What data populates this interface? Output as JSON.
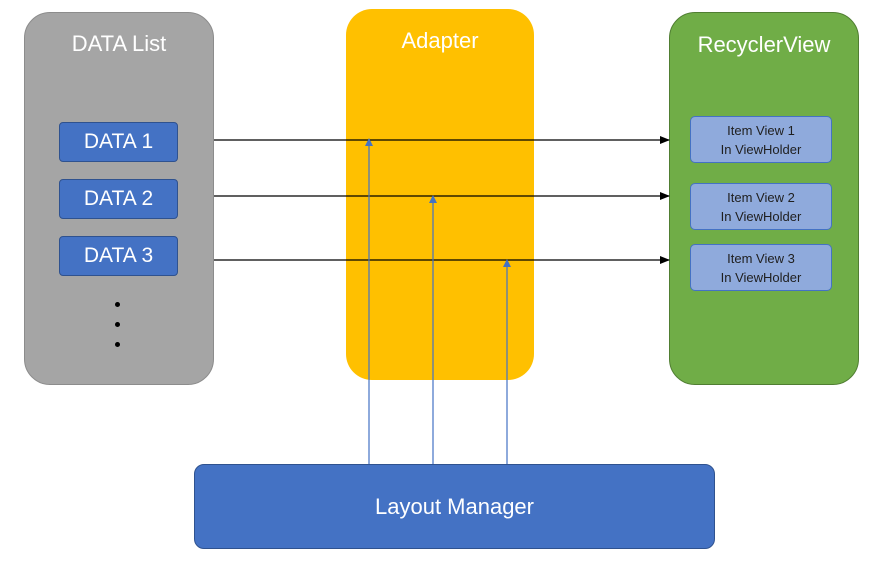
{
  "data_list": {
    "title": "DATA List",
    "items": [
      "DATA 1",
      "DATA 2",
      "DATA 3"
    ]
  },
  "adapter": {
    "title": "Adapter"
  },
  "recycler_view": {
    "title": "RecyclerView",
    "items": [
      {
        "line1": "Item View 1",
        "line2": "In ViewHolder"
      },
      {
        "line1": "Item View 2",
        "line2": "In ViewHolder"
      },
      {
        "line1": "Item View 3",
        "line2": "In ViewHolder"
      }
    ]
  },
  "layout_manager": {
    "label": "Layout Manager"
  },
  "colors": {
    "data_panel": "#a5a5a5",
    "adapter_panel": "#ffc000",
    "recycler_panel": "#70ad47",
    "data_box": "#4472c4",
    "item_box": "#8faadc",
    "layout_manager": "#4472c4",
    "data_arrow": "#000000",
    "layout_arrow": "#4472c4"
  }
}
